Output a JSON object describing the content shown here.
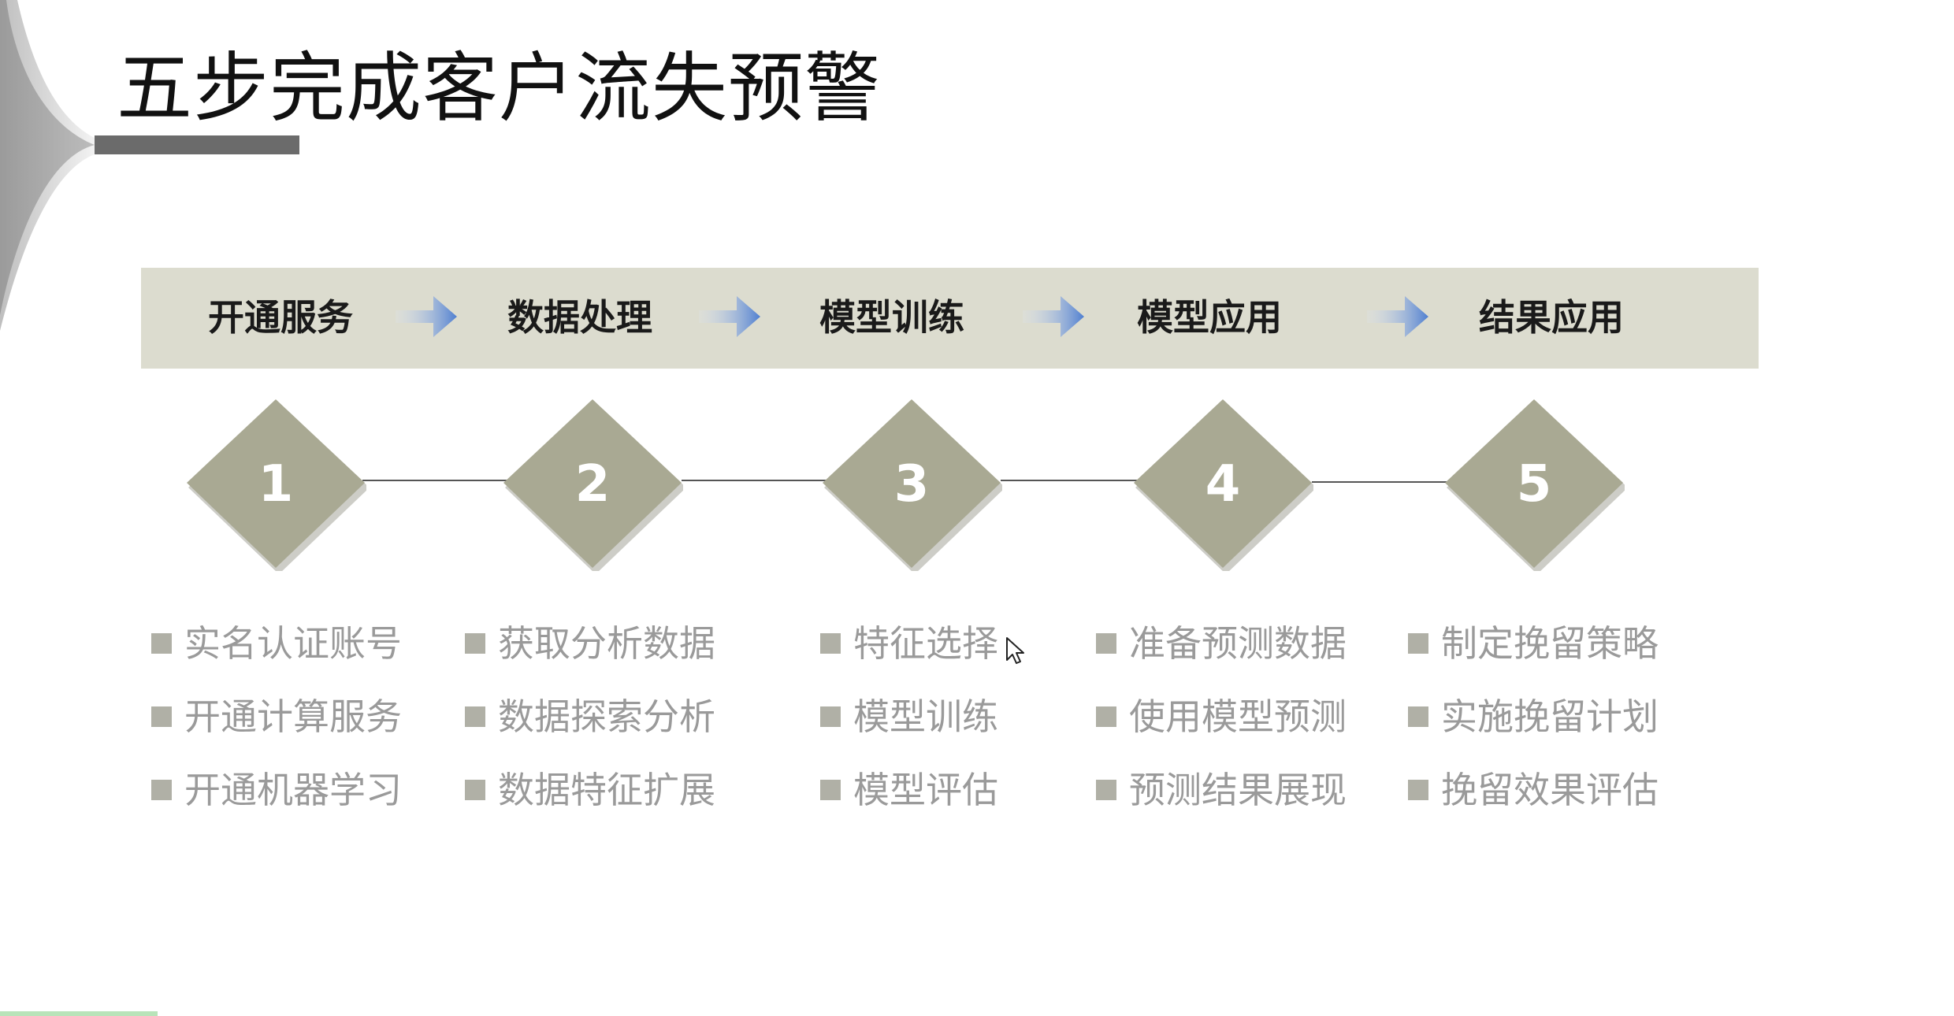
{
  "title": "五步完成客户流失预警",
  "steps": [
    {
      "label": "开通服务",
      "number": "1",
      "items": [
        "实名认证账号",
        "开通计算服务",
        "开通机器学习"
      ]
    },
    {
      "label": "数据处理",
      "number": "2",
      "items": [
        "获取分析数据",
        "数据探索分析",
        "数据特征扩展"
      ]
    },
    {
      "label": "模型训练",
      "number": "3",
      "items": [
        "特征选择",
        "模型训练",
        "模型评估"
      ]
    },
    {
      "label": "模型应用",
      "number": "4",
      "items": [
        "准备预测数据",
        "使用模型预测",
        "预测结果展现"
      ]
    },
    {
      "label": "结果应用",
      "number": "5",
      "items": [
        "制定挽留策略",
        "实施挽留计划",
        "挽留效果评估"
      ]
    }
  ],
  "icons": {
    "arrow": "right-arrow-icon",
    "cursor": "mouse-pointer-icon"
  },
  "colors": {
    "band": "#dcdccf",
    "diamond": "#a9a993",
    "bullet": "#b0b0a6",
    "item_text": "#9a9a9a",
    "arrow": "#4f7fd0",
    "title_bar": "#6b6b6b"
  }
}
